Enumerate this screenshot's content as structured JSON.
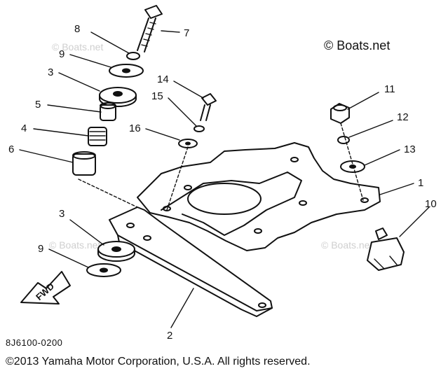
{
  "brand_mark": "© Boats.net",
  "watermark": "© Boats.net",
  "part_code": "8J6100-0200",
  "copyright": "©2013 Yamaha Motor Corporation, U.S.A. All rights reserved.",
  "fwd_label": "FWD",
  "callouts": {
    "c1": "1",
    "c2": "2",
    "c3a": "3",
    "c3b": "3",
    "c4": "4",
    "c5": "5",
    "c6": "6",
    "c7": "7",
    "c8": "8",
    "c9a": "9",
    "c9b": "9",
    "c10": "10",
    "c11": "11",
    "c12": "12",
    "c13": "13",
    "c14": "14",
    "c15": "15",
    "c16": "16"
  },
  "colors": {
    "ink": "#111111",
    "watermark": "#cfcfcf",
    "background": "#ffffff"
  }
}
